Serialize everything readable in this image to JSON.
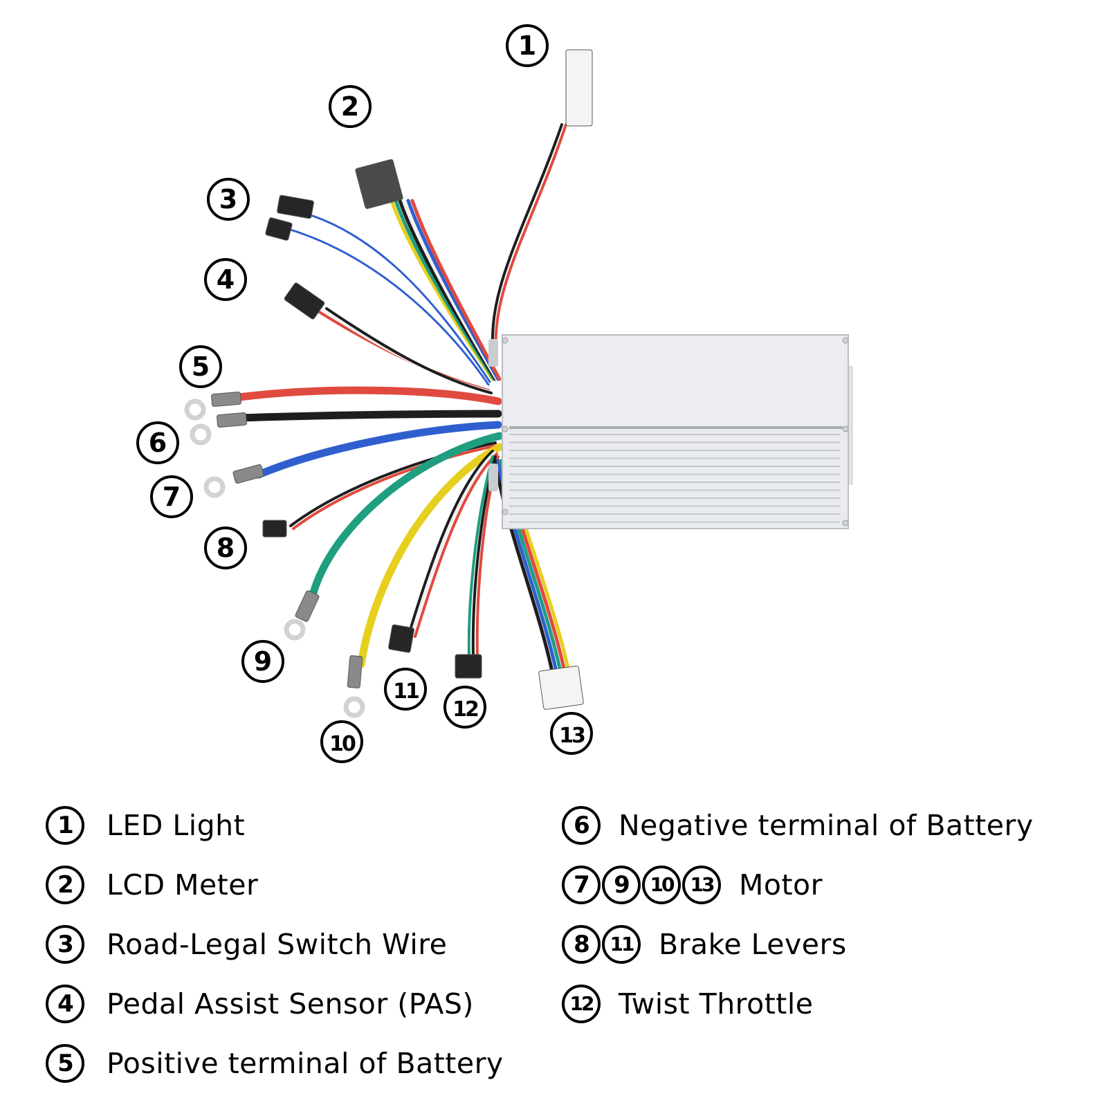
{
  "title": "E-bike Controller Wiring Diagram",
  "colors": {
    "red": "#e04a3f",
    "black": "#1e1e1e",
    "blue": "#2f5fcf",
    "green": "#1f9e80",
    "yellow": "#e6cf1e",
    "white": "#f2f2f2",
    "connector_black": "#262626",
    "connector_white": "#f4f4f4",
    "terminal_grey": "#8a8a8a",
    "ring_silver": "#d2d2d2",
    "housing": "#e9ebee",
    "housing_edge": "#b9bdc3"
  },
  "callouts": [
    {
      "id": 1,
      "label": "①"
    },
    {
      "id": 2,
      "label": "②"
    },
    {
      "id": 3,
      "label": "③"
    },
    {
      "id": 4,
      "label": "④"
    },
    {
      "id": 5,
      "label": "⑤"
    },
    {
      "id": 6,
      "label": "⑥"
    },
    {
      "id": 7,
      "label": "⑦"
    },
    {
      "id": 8,
      "label": "⑧"
    },
    {
      "id": 9,
      "label": "⑨"
    },
    {
      "id": 10,
      "label": "⑩"
    },
    {
      "id": 11,
      "label": "⑪"
    },
    {
      "id": 12,
      "label": "⑫"
    },
    {
      "id": 13,
      "label": "⑬"
    }
  ],
  "legend": {
    "left": [
      {
        "badges": [
          "1"
        ],
        "label": "LED Light"
      },
      {
        "badges": [
          "2"
        ],
        "label": "LCD Meter"
      },
      {
        "badges": [
          "3"
        ],
        "label": "Road-Legal Switch Wire"
      },
      {
        "badges": [
          "4"
        ],
        "label": "Pedal Assist Sensor (PAS)"
      },
      {
        "badges": [
          "5"
        ],
        "label": "Positive terminal of Battery"
      }
    ],
    "right": [
      {
        "badges": [
          "6"
        ],
        "label": "Negative terminal of Battery"
      },
      {
        "badges": [
          "7",
          "9",
          "10",
          "13"
        ],
        "label": "Motor"
      },
      {
        "badges": [
          "8",
          "11"
        ],
        "label": "Brake Levers"
      },
      {
        "badges": [
          "12"
        ],
        "label": "Twist Throttle"
      }
    ]
  }
}
